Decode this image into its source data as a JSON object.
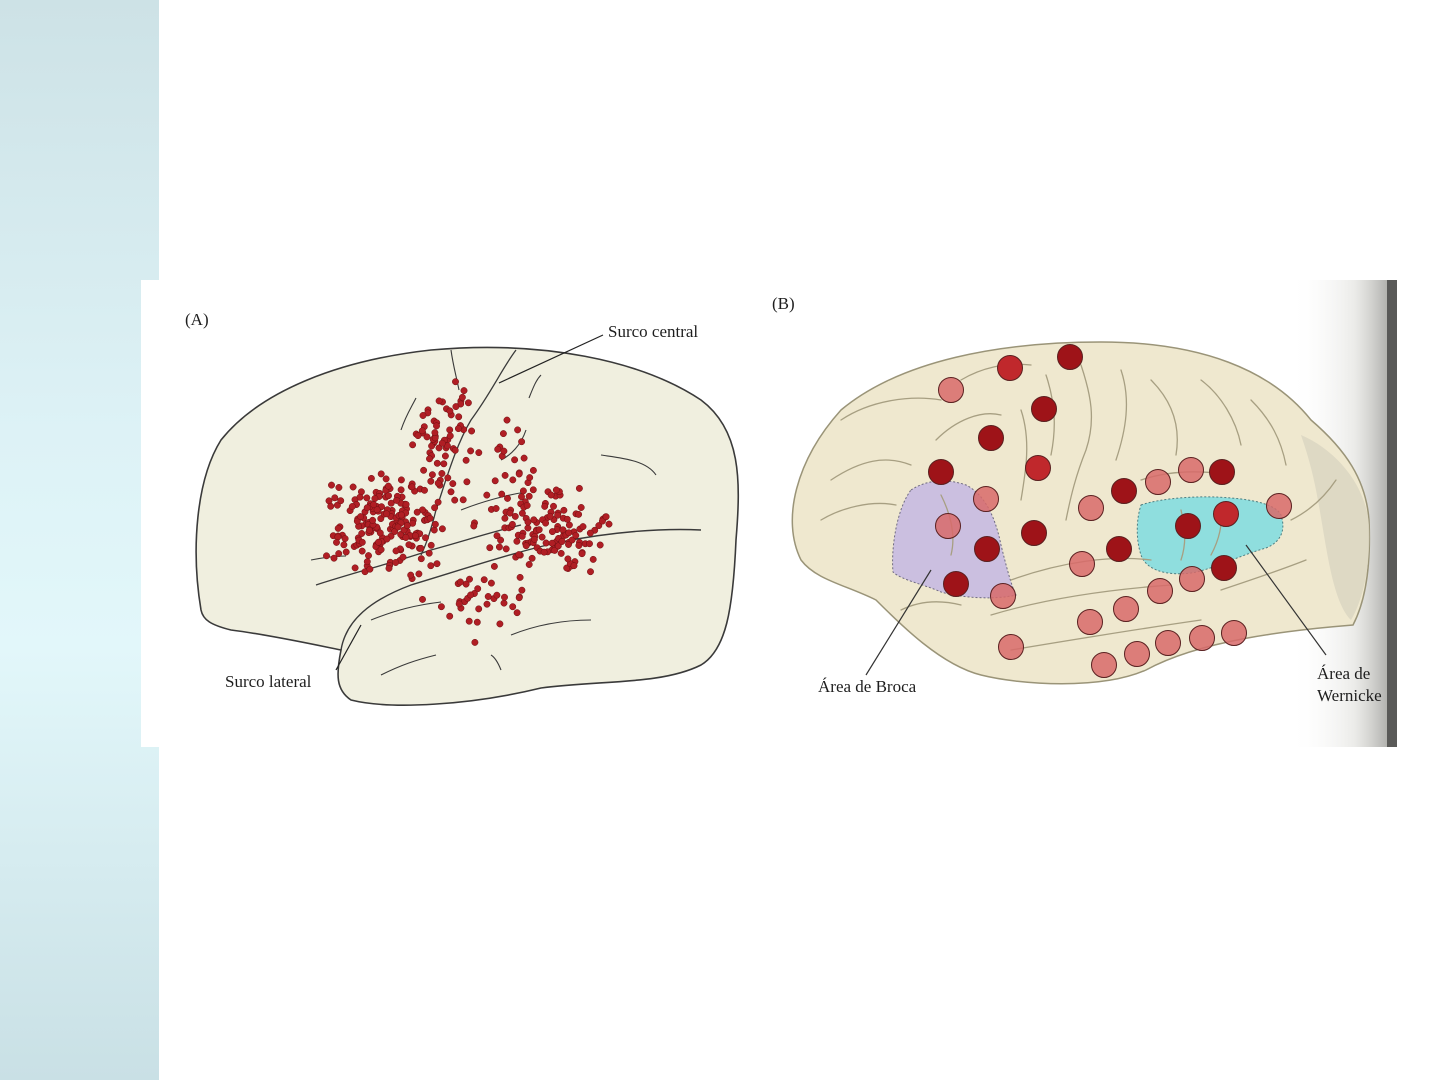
{
  "figure": {
    "panel_a": {
      "label": "(A)",
      "annotations": {
        "central_sulcus": "Surco central",
        "lateral_sulcus": "Surco lateral"
      }
    },
    "panel_b": {
      "label": "(B)",
      "annotations": {
        "broca_area": "Área de Broca",
        "wernicke_line1": "Área de",
        "wernicke_line2": "Wernicke"
      }
    }
  },
  "colors": {
    "sidebar": "#d3e9ed",
    "brain_fill": "#f0efdf",
    "dot": "#b01e24",
    "broca_region": "#cbbfe0",
    "wernicke_region": "#8fdede",
    "stim_dark": "#9e1318",
    "stim_mid": "#c0282c",
    "stim_light": "#d86a6a"
  }
}
